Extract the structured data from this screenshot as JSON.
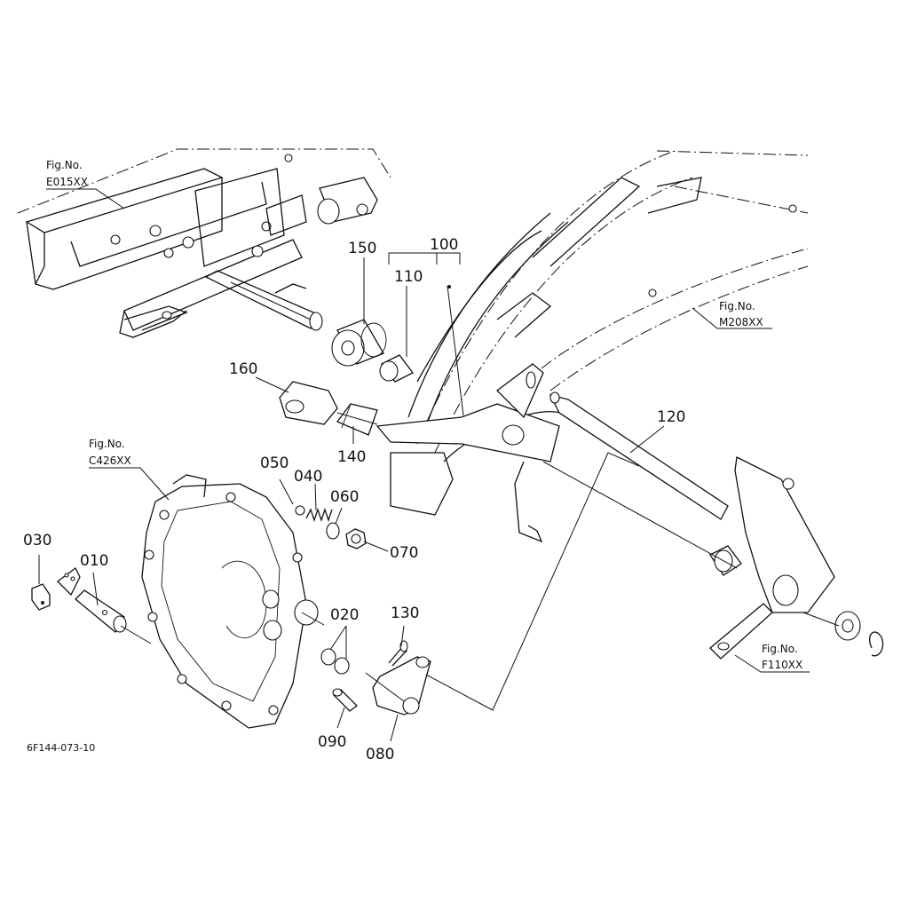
{
  "drawing_code": "6F144-073-10",
  "figure_refs": [
    {
      "fig_label": "Fig.No.",
      "code": "E015XX"
    },
    {
      "fig_label": "Fig.No.",
      "code": "M208XX"
    },
    {
      "fig_label": "Fig.No.",
      "code": "C426XX"
    },
    {
      "fig_label": "Fig.No.",
      "code": "F110XX"
    }
  ],
  "part_labels": [
    "150",
    "100",
    "110",
    "160",
    "140",
    "120",
    "050",
    "040",
    "060",
    "070",
    "030",
    "010",
    "020",
    "130",
    "090",
    "080"
  ]
}
